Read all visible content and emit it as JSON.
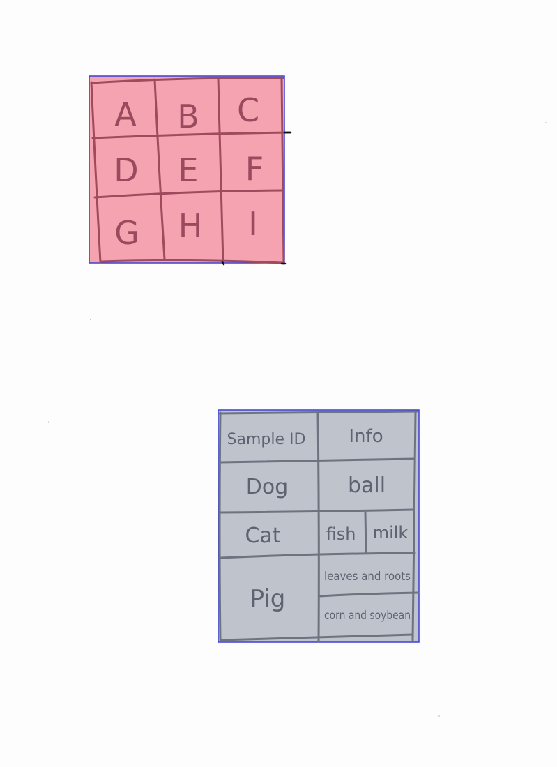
{
  "colors": {
    "letter_grid_fill": "#f5a3b1",
    "letter_grid_line": "#a04a5e",
    "letter_text": "#9a4a5e",
    "sample_table_fill": "#bfc3cc",
    "sample_table_line": "#6e7380",
    "sample_text": "#5e6372",
    "outline": "#3b3fd6"
  },
  "letter_grid": {
    "rows": [
      [
        "A",
        "B",
        "C"
      ],
      [
        "D",
        "E",
        "F"
      ],
      [
        "G",
        "H",
        "I"
      ]
    ]
  },
  "sample_table": {
    "header": {
      "col1": "Sample ID",
      "col2": "Info"
    },
    "dog": {
      "name": "Dog",
      "info": "ball"
    },
    "cat": {
      "name": "Cat",
      "info_a": "fish",
      "info_b": "milk"
    },
    "pig": {
      "name": "Pig",
      "info_a": "leaves and roots",
      "info_b": "corn and soybean"
    }
  }
}
